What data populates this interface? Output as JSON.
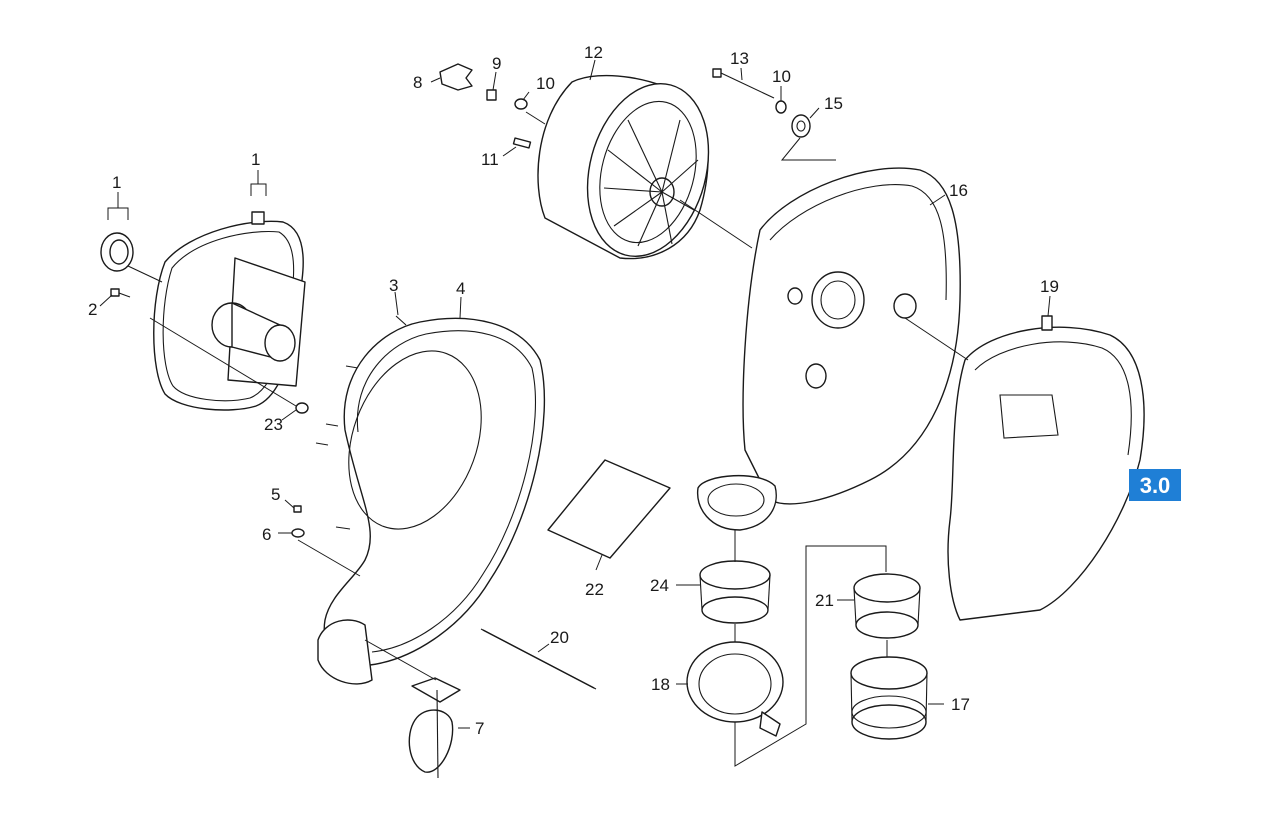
{
  "diagram": {
    "section_badge": "3.0",
    "accent_color": "#1f7fd6",
    "callouts": [
      "1",
      "1",
      "2",
      "3",
      "4",
      "5",
      "6",
      "7",
      "8",
      "9",
      "10",
      "11",
      "12",
      "13",
      "10",
      "15",
      "16",
      "19",
      "23",
      "22",
      "20",
      "24",
      "18",
      "21",
      "17"
    ]
  }
}
